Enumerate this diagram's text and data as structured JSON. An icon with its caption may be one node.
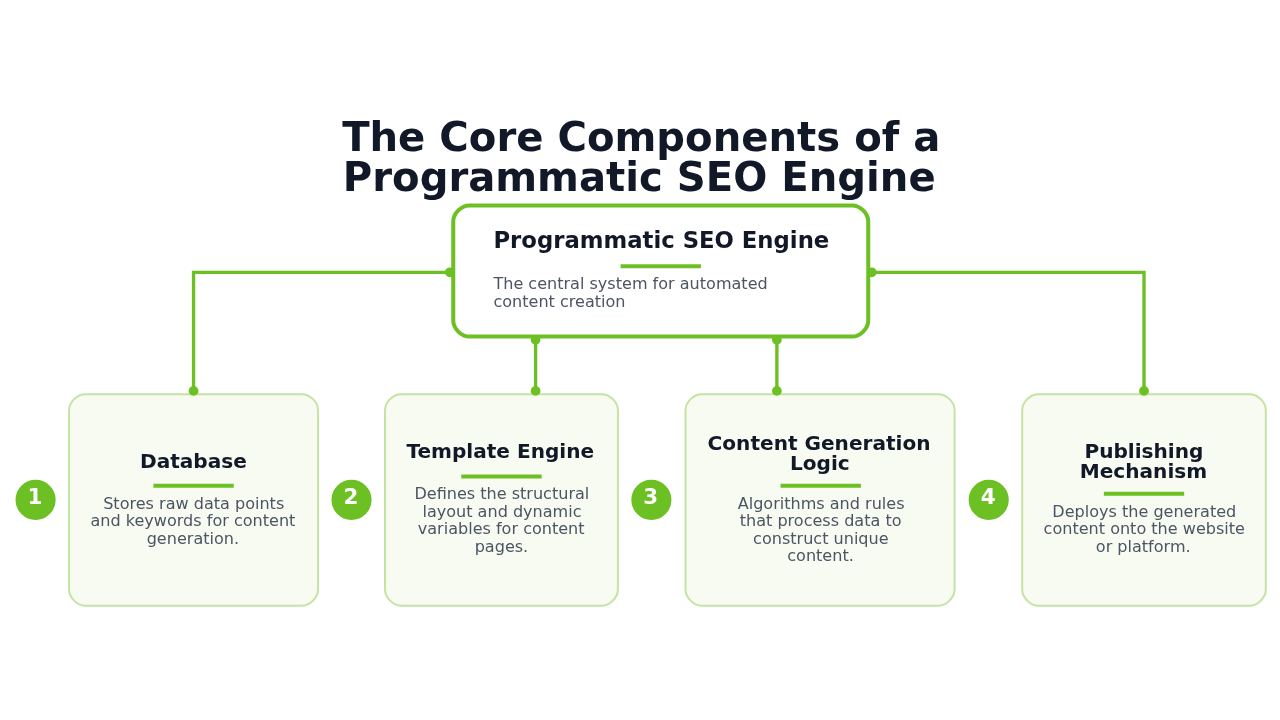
{
  "diagram": {
    "title": "The Core Components of a Programmatic SEO Engine",
    "nodes": [
      {
        "text": [
          "Programmatic SEO Engine",
          "The central system for automated content creation"
        ]
      },
      {
        "text": [
          "1"
        ]
      },
      {
        "text": [
          "Database",
          "Stores raw data points and keywords for content generation."
        ]
      },
      {
        "text": [
          "2"
        ]
      },
      {
        "text": [
          "Template Engine",
          "Defines the structural layout and dynamic variables for content pages."
        ]
      },
      {
        "text": [
          "3"
        ]
      },
      {
        "text": [
          "Content Generation Logic",
          "Algorithms and rules that process data to construct unique content."
        ]
      },
      {
        "text": [
          "4"
        ]
      },
      {
        "text": [
          "Publishing Mechanism",
          "Deploys the generated content onto the website or platform."
        ]
      }
    ],
    "edges": [
      {
        "from": 0,
        "to": 2,
        "arrow": "other"
      },
      {
        "from": 0,
        "to": 4,
        "arrow": "other"
      },
      {
        "from": 0,
        "to": 6,
        "arrow": "other"
      },
      {
        "from": 0,
        "to": 8,
        "arrow": "other"
      }
    ]
  }
}
